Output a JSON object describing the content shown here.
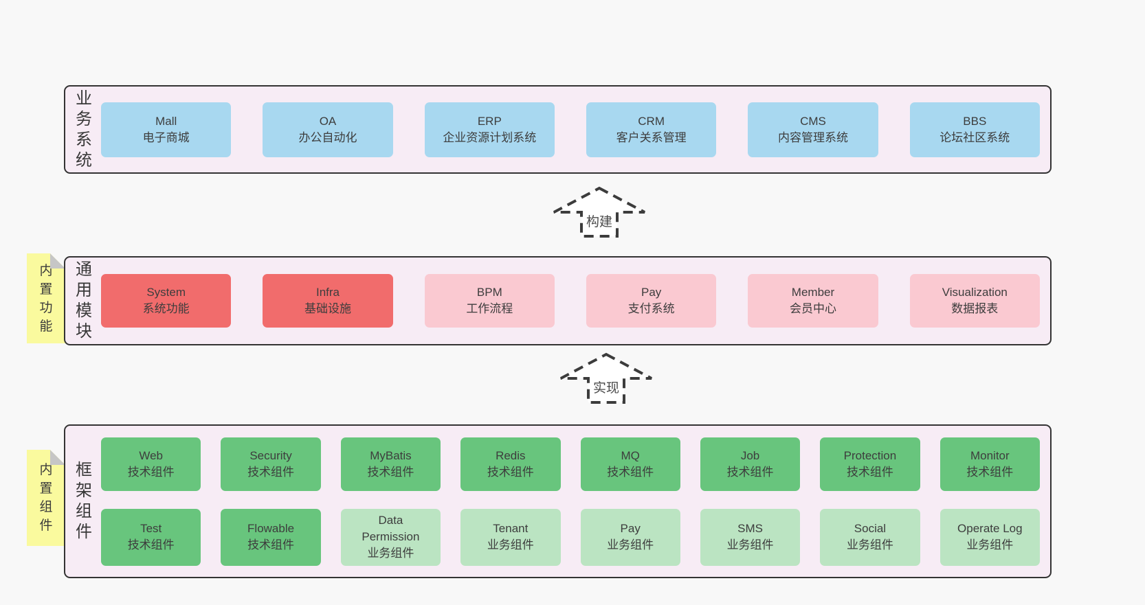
{
  "diagram": {
    "arrows": {
      "build_label": "构建",
      "implement_label": "实现"
    },
    "business_panel": {
      "label": "业务系统",
      "boxes": [
        {
          "title": "Mall",
          "subtitle": "电子商城"
        },
        {
          "title": "OA",
          "subtitle": "办公自动化"
        },
        {
          "title": "ERP",
          "subtitle": "企业资源计划系统"
        },
        {
          "title": "CRM",
          "subtitle": "客户关系管理"
        },
        {
          "title": "CMS",
          "subtitle": "内容管理系统"
        },
        {
          "title": "BBS",
          "subtitle": "论坛社区系统"
        }
      ]
    },
    "module_panel": {
      "label": "通用模块",
      "sticky_note": "内置功能",
      "boxes": [
        {
          "title": "System",
          "subtitle": "系统功能"
        },
        {
          "title": "Infra",
          "subtitle": "基础设施"
        },
        {
          "title": "BPM",
          "subtitle": "工作流程"
        },
        {
          "title": "Pay",
          "subtitle": "支付系统"
        },
        {
          "title": "Member",
          "subtitle": "会员中心"
        },
        {
          "title": "Visualization",
          "subtitle": "数据报表"
        }
      ]
    },
    "component_panel": {
      "label": "框架组件",
      "sticky_note": "内置组件",
      "row1": [
        {
          "title": "Web",
          "subtitle": "技术组件"
        },
        {
          "title": "Security",
          "subtitle": "技术组件"
        },
        {
          "title": "MyBatis",
          "subtitle": "技术组件"
        },
        {
          "title": "Redis",
          "subtitle": "技术组件"
        },
        {
          "title": "MQ",
          "subtitle": "技术组件"
        },
        {
          "title": "Job",
          "subtitle": "技术组件"
        },
        {
          "title": "Protection",
          "subtitle": "技术组件"
        },
        {
          "title": "Monitor",
          "subtitle": "技术组件"
        }
      ],
      "row2": [
        {
          "title": "Test",
          "subtitle": "技术组件"
        },
        {
          "title": "Flowable",
          "subtitle": "技术组件"
        },
        {
          "title": "Data Permission",
          "subtitle": "业务组件"
        },
        {
          "title": "Tenant",
          "subtitle": "业务组件"
        },
        {
          "title": "Pay",
          "subtitle": "业务组件"
        },
        {
          "title": "SMS",
          "subtitle": "业务组件"
        },
        {
          "title": "Social",
          "subtitle": "业务组件"
        },
        {
          "title": "Operate Log",
          "subtitle": "业务组件"
        }
      ]
    },
    "colors": {
      "page_bg": "#f8f8f8",
      "panel_bg": "#f7ecf5",
      "panel_border": "#333333",
      "blue_box": "#a8d8f0",
      "red_box": "#f16c6c",
      "pink_box": "#fac9d1",
      "green_box": "#68c57d",
      "light_green_box": "#bbe4c2",
      "sticky_yellow": "#fafa9e",
      "sticky_fold": "#c6c6c6"
    }
  }
}
